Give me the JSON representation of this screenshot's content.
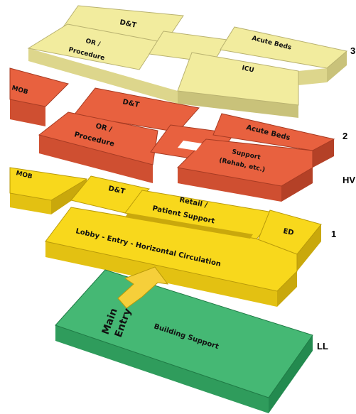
{
  "colors": {
    "level3_top": "#f2ec9e",
    "level3_side": "#c9c27a",
    "level3_front": "#ddd68c",
    "level2_top": "#e8613f",
    "level2_side": "#b44127",
    "level2_front": "#cf4f31",
    "level1_top": "#f8d81c",
    "level1_side": "#c9a80c",
    "level1_front": "#e3c112",
    "ll_top": "#45b874",
    "ll_side": "#238a4f",
    "ll_front": "#2f9c5c",
    "arrow_top": "#f6cf3a",
    "arrow_side": "#c9a012"
  },
  "levels": {
    "level3": {
      "marker": "3",
      "blocks": {
        "dt": "D&T",
        "or_line1": "OR /",
        "or_line2": "Procedure",
        "acute": "Acute Beds",
        "icu": "ICU"
      }
    },
    "level2": {
      "marker": "2",
      "blocks": {
        "mob": "MOB",
        "dt": "D&T",
        "or_line1": "OR /",
        "or_line2": "Procedure",
        "acute": "Acute Beds",
        "support_line1": "Support",
        "support_line2": "(Rehab, etc.)"
      }
    },
    "hv": {
      "marker": "HV"
    },
    "level1": {
      "marker": "1",
      "blocks": {
        "mob": "MOB",
        "dt": "D&T",
        "retail_line1": "Retail /",
        "retail_line2": "Patient Support",
        "ed": "ED",
        "lobby": "Lobby - Entry - Horizontal Circulation"
      }
    },
    "ll": {
      "marker": "LL",
      "blocks": {
        "building_support": "Building Support",
        "main_line1": "Main",
        "main_line2": "Entry"
      }
    }
  }
}
